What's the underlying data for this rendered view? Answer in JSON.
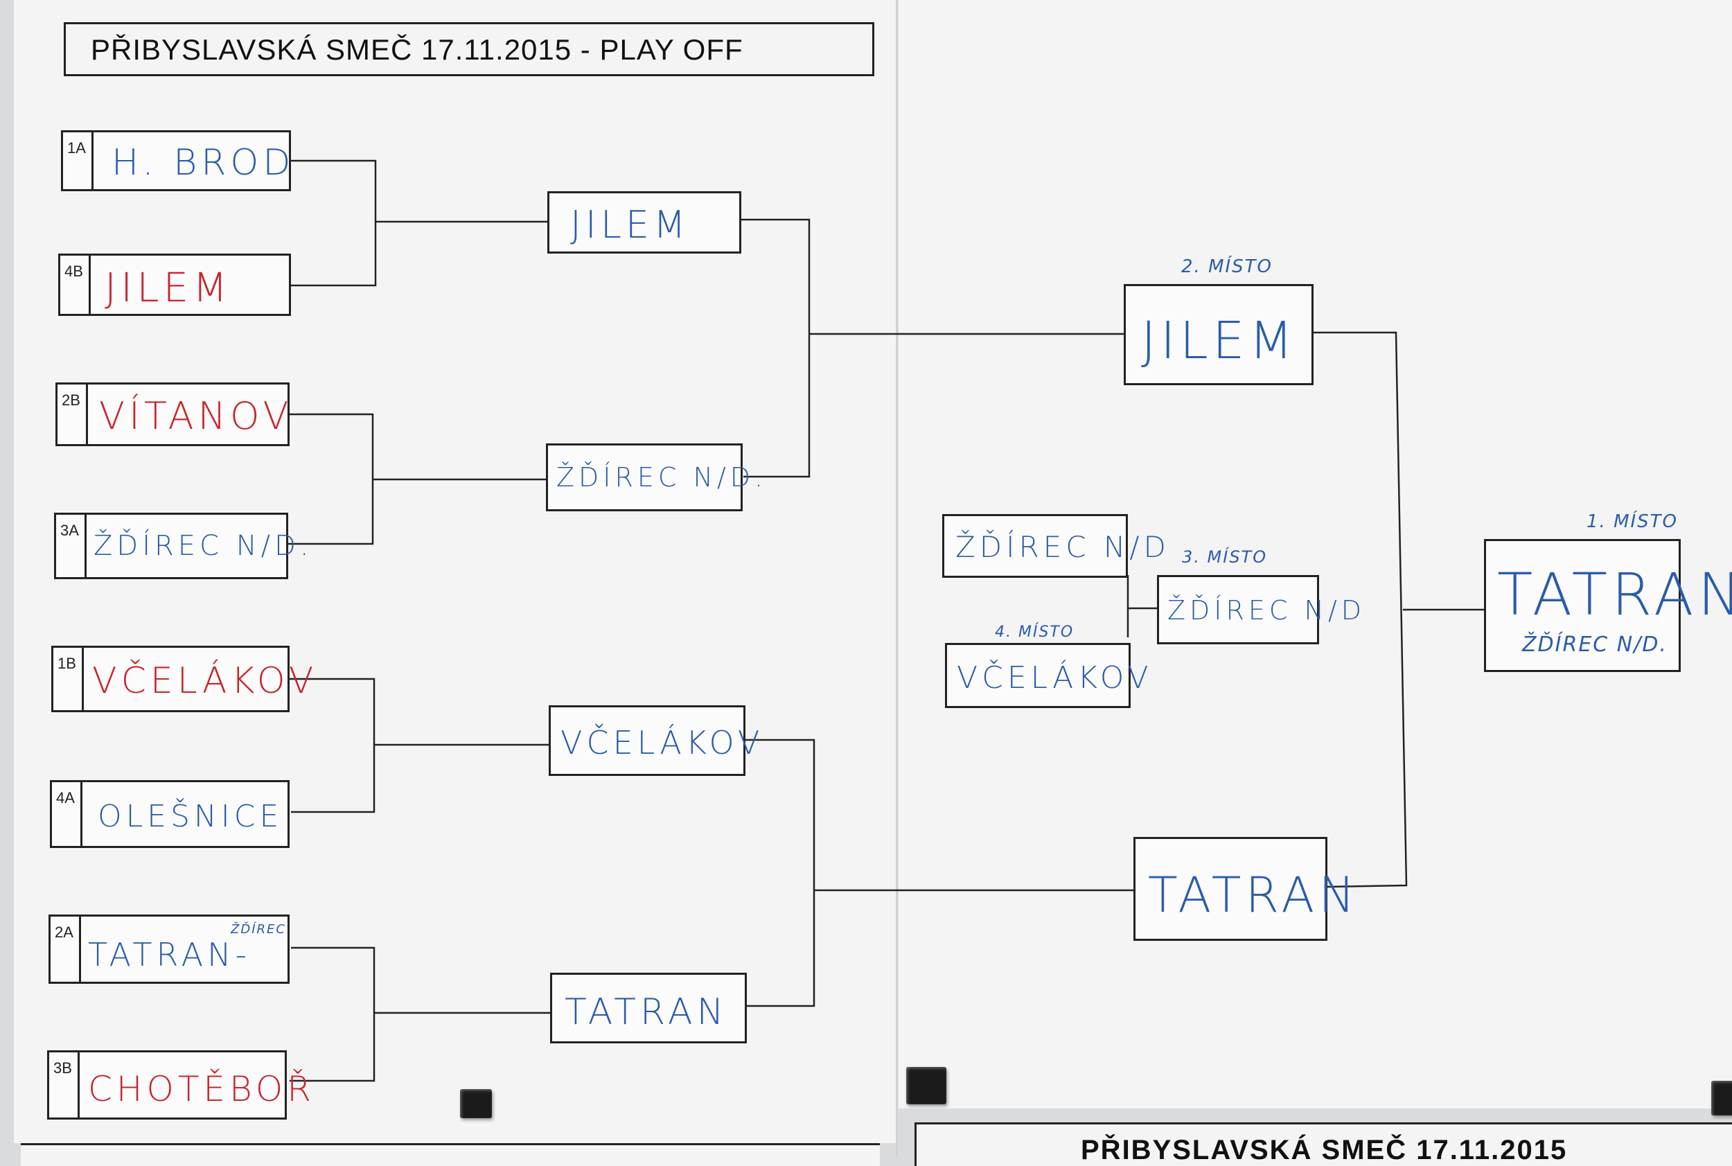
{
  "title": "PŘIBYSLAVSKÁ SMEČ 17.11.2015 - PLAY OFF",
  "bottom_title": "PŘIBYSLAVSKÁ SMEČ 17.11.2015",
  "round1": [
    {
      "seed": "1A",
      "team": "H. BROD",
      "color": "#2a5caa"
    },
    {
      "seed": "4B",
      "team": "JILEM",
      "color": "#c8242b"
    },
    {
      "seed": "2B",
      "team": "VÍTANOV",
      "color": "#c8242b"
    },
    {
      "seed": "3A",
      "team": "ŽĎÍREC N/D.",
      "color": "#2a5caa"
    },
    {
      "seed": "1B",
      "team": "VČELÁKOV",
      "color": "#c8242b"
    },
    {
      "seed": "4A",
      "team": "OLEŠNICE",
      "color": "#2a5caa"
    },
    {
      "seed": "2A",
      "team": "TATRAN-",
      "color": "#2a5caa",
      "annotation": "ŽĎÍREC"
    },
    {
      "seed": "3B",
      "team": "CHOTĚBOŘ",
      "color": "#c8242b"
    }
  ],
  "quarterfinals": [
    "JILEM",
    "ŽĎÍREC N/D.",
    "VČELÁKOV",
    "TATRAN"
  ],
  "semifinals": [
    {
      "team": "JILEM",
      "place_label": "2. MÍSTO"
    },
    {
      "team": "TATRAN"
    }
  ],
  "third_place_match": {
    "teams": [
      "ŽĎÍREC N/D",
      "VČELÁKOV"
    ],
    "loser_label": "4. MÍSTO",
    "winner": "ŽĎÍREC N/D",
    "winner_label": "3. MÍSTO"
  },
  "final": {
    "winner": "TATRAN",
    "subtext": "ŽĎÍREC N/D.",
    "label": "1. MÍSTO"
  }
}
